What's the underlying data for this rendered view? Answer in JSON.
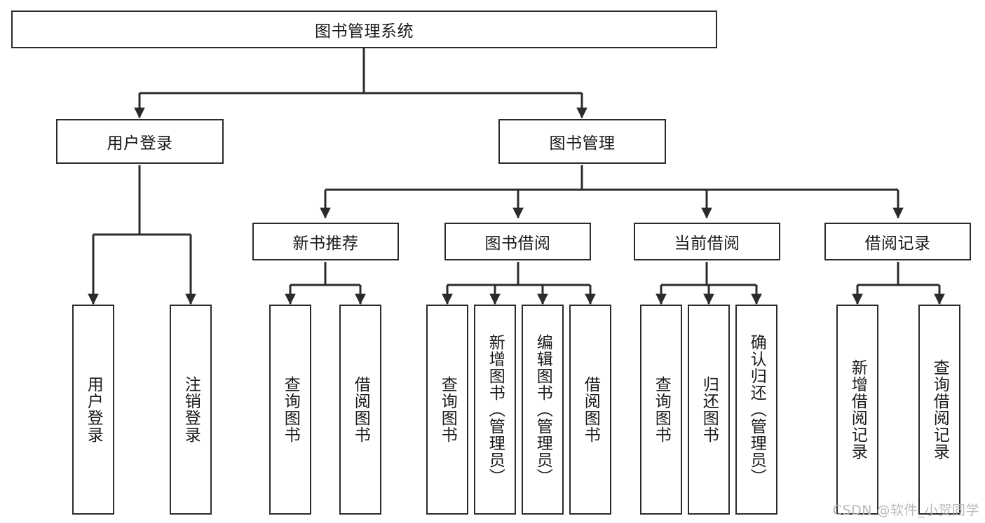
{
  "diagram": {
    "title": "图书管理系统",
    "type": "hierarchy-tree",
    "stroke_color": "#2b2b2b",
    "background_color": "#ffffff",
    "text_color": "#1a1a1a",
    "watermark": "CSDN @软件_小贺同学",
    "levels": {
      "root": {
        "label": "图书管理系统"
      },
      "level2": [
        {
          "label": "用户登录"
        },
        {
          "label": "图书管理"
        }
      ],
      "level3": [
        {
          "label": "新书推荐"
        },
        {
          "label": "图书借阅"
        },
        {
          "label": "当前借阅"
        },
        {
          "label": "借阅记录"
        }
      ],
      "leaves": {
        "user_login": [
          {
            "label": "用户登录"
          },
          {
            "label": "注销登录"
          }
        ],
        "new_book_recommend": [
          {
            "label": "查询图书"
          },
          {
            "label": "借阅图书"
          }
        ],
        "book_borrow": [
          {
            "label": "查询图书"
          },
          {
            "label": "新增图书（管理员）"
          },
          {
            "label": "编辑图书（管理员）"
          },
          {
            "label": "借阅图书"
          }
        ],
        "current_borrow": [
          {
            "label": "查询图书"
          },
          {
            "label": "归还图书"
          },
          {
            "label": "确认归还（管理员）"
          }
        ],
        "borrow_record": [
          {
            "label": "新增借阅记录"
          },
          {
            "label": "查询借阅记录"
          }
        ]
      }
    }
  }
}
